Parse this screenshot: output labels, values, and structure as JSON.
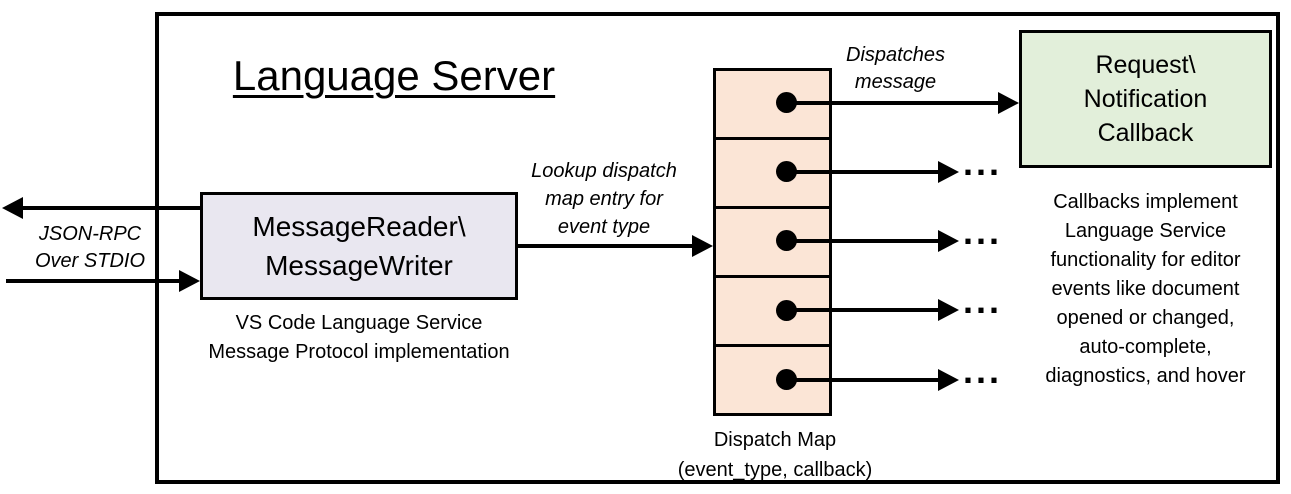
{
  "title": "Language Server",
  "io": {
    "label_line1": "JSON-RPC",
    "label_line2": "Over STDIO"
  },
  "message_box": {
    "title_line1": "MessageReader\\",
    "title_line2": "MessageWriter",
    "caption_line1": "VS Code Language Service",
    "caption_line2": "Message Protocol implementation"
  },
  "lookup_label": {
    "line1": "Lookup dispatch",
    "line2": "map entry for",
    "line3": "event type"
  },
  "dispatch_label": {
    "line1": "Dispatches",
    "line2": "message"
  },
  "dispatch_map": {
    "row_count": 5,
    "ellipsis": "...",
    "caption_line1": "Dispatch Map",
    "caption_line2": "(event_type, callback)"
  },
  "callback_box": {
    "line1": "Request\\",
    "line2": "Notification",
    "line3": "Callback"
  },
  "callback_note": {
    "line1": "Callbacks implement",
    "line2": "Language Service",
    "line3": "functionality for editor",
    "line4": "events like document",
    "line5": "opened or changed,",
    "line6": "auto-complete,",
    "line7": "diagnostics, and hover"
  },
  "colors": {
    "message_box_fill": "#E9E7F0",
    "dispatch_map_fill": "#FBE5D6",
    "callback_box_fill": "#E2EFDA",
    "line_color": "#000000"
  }
}
